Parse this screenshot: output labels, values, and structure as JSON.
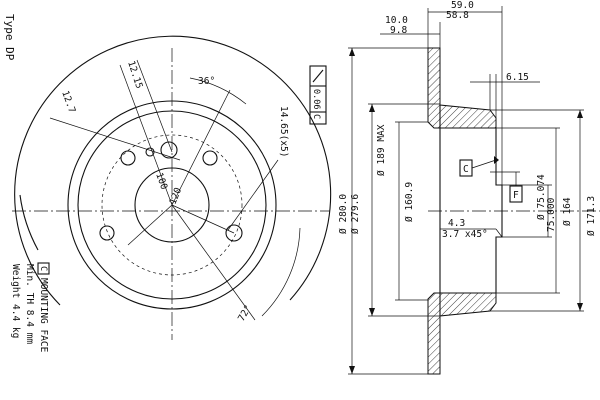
{
  "title": "Type DP",
  "notes": {
    "mounting": "MOUNTING FACE",
    "mounting_symbol": "C",
    "min_thickness": "Min. TH 8.4 mm",
    "weight": "Weight 4.4 kg"
  },
  "front_view": {
    "dim_12_7": "12.7",
    "dim_12_15": "12.15",
    "angle_36": "36°",
    "angle_72": "72°",
    "pcd_100": "100",
    "pcd_120": "120",
    "hole_dim": "14.65(x5)",
    "runout": "0.06",
    "runout_datum": "C"
  },
  "section_view": {
    "dim_59_0": "59.0",
    "dim_58_8": "58.8",
    "dim_10_0": "10.0",
    "dim_9_8": "9.8",
    "dim_6_15": "6.15",
    "d_189": "Ø 189 MAX",
    "d_160_9": "Ø 160.9",
    "d_280_0": "Ø 280.0",
    "d_279_6": "Ø 279.6",
    "d_75_074": "Ø 75.074",
    "d_75_000": "75.000",
    "d_164": "Ø 164",
    "d_171_3": "Ø 171.3",
    "chamfer_1": "4.3",
    "chamfer_2": "3.7 x45°",
    "datum_c": "C",
    "datum_f": "F"
  }
}
